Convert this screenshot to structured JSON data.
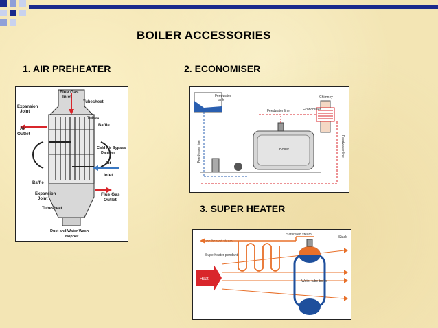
{
  "slide": {
    "title": "BOILER ACCESSORIES",
    "headings": {
      "air_preheater": "1. AIR PREHEATER",
      "economiser": "2. ECONOMISER",
      "super_heater": "3. SUPER HEATER"
    }
  },
  "air_preheater_diagram": {
    "flue_gas_inlet": [
      "Flue Gas",
      "Inlet"
    ],
    "tubesheet_top": "Tubesheet",
    "expansion_joint_top": [
      "Expansion",
      "Joint"
    ],
    "tubes": "Tubes",
    "air_outlet": [
      "Air",
      "Outlet"
    ],
    "baffle_right": "Baffle",
    "cold_air_bypass": [
      "Cold Air Bypass",
      "Damper"
    ],
    "air_inlet": [
      "Air",
      "Inlet"
    ],
    "baffle_left": "Baffle",
    "expansion_joint_bottom": [
      "Expansion",
      "Joint"
    ],
    "flue_gas_outlet": [
      "Flue Gas",
      "Outlet"
    ],
    "tubesheet_bottom": "Tubesheet",
    "dust_hopper": [
      "Dust and Water Wash",
      "Hopper"
    ]
  },
  "economiser_diagram": {
    "feedwater_tank": [
      "Feedwater",
      "tank"
    ],
    "chimney": "Chimney",
    "economiser": "Economiser",
    "feedwater_line_top": "Feedwater line",
    "boiler": "Boiler",
    "feedwater_line_left": "Feedwater line",
    "feedwater_line_right": "Feedwater line"
  },
  "superheater_diagram": {
    "saturated_steam": "Saturated steam",
    "superheated_steam": "Superheated steam",
    "stack": "Stack",
    "superheater_pendant": "Superheater pendant",
    "heat": "Heat",
    "water_tube_boiler": "Water tube boiler"
  },
  "colors": {
    "background": "#f3e5b4",
    "flow_red": "#d9262b",
    "flow_blue": "#3a78c2",
    "boiler_blue": "#1e4f9c",
    "steam_orange": "#e8702a",
    "tank_blue": "#2a5fb0"
  }
}
